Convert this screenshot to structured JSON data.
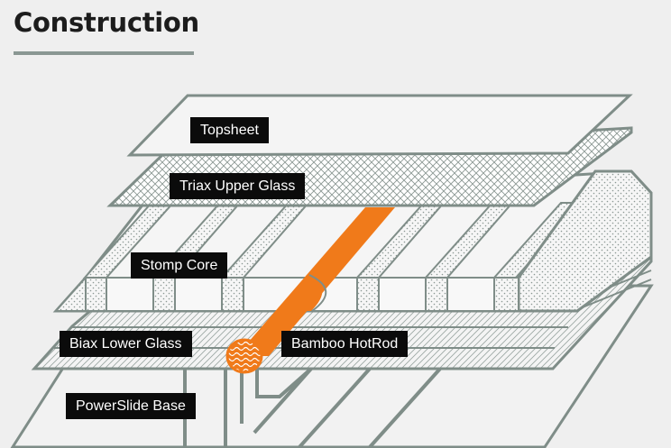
{
  "heading": "Construction",
  "layers": {
    "topsheet": "Topsheet",
    "triax": "Triax Upper Glass",
    "core": "Stomp Core",
    "biax": "Biax Lower Glass",
    "hotrod": "Bamboo HotRod",
    "base": "PowerSlide Base"
  },
  "colors": {
    "background": "#efefef",
    "outline": "#7f8d88",
    "hotrod": "#f07a1a",
    "label_bg": "#0b0b0b",
    "label_text": "#ffffff"
  }
}
